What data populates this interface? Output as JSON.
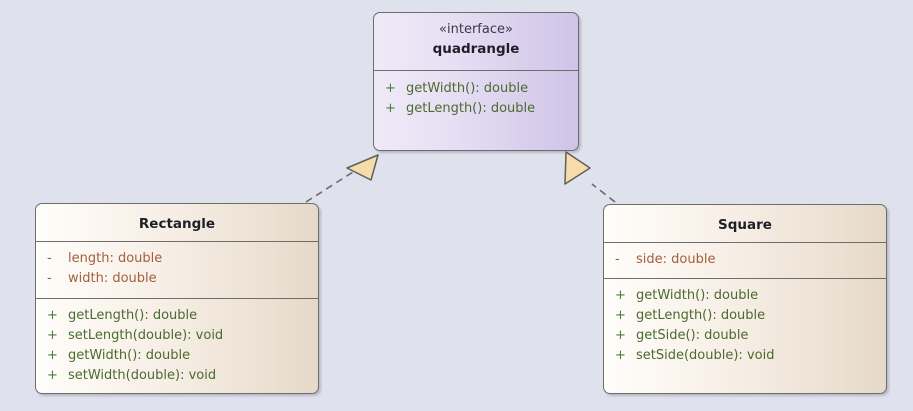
{
  "diagram": {
    "type": "uml-class-diagram",
    "background_color": "#dfe2ed",
    "nodes": [
      {
        "id": "quadrangle",
        "kind": "interface",
        "stereotype": "«interface»",
        "name": "quadrangle",
        "fill_from": "#efeaf7",
        "fill_to": "#cfc4e7",
        "attributes": [],
        "operations": [
          {
            "visibility": "+",
            "signature": "getWidth(): double"
          },
          {
            "visibility": "+",
            "signature": "getLength(): double"
          }
        ]
      },
      {
        "id": "rectangle",
        "kind": "class",
        "stereotype": "",
        "name": "Rectangle",
        "fill_from": "#fffdfa",
        "fill_to": "#e6d9c9",
        "attributes": [
          {
            "visibility": "-",
            "signature": "length: double"
          },
          {
            "visibility": "-",
            "signature": "width: double"
          }
        ],
        "operations": [
          {
            "visibility": "+",
            "signature": "getLength(): double"
          },
          {
            "visibility": "+",
            "signature": "setLength(double): void"
          },
          {
            "visibility": "+",
            "signature": "getWidth(): double"
          },
          {
            "visibility": "+",
            "signature": "setWidth(double): void"
          }
        ]
      },
      {
        "id": "square",
        "kind": "class",
        "stereotype": "",
        "name": "Square",
        "fill_from": "#fffdfa",
        "fill_to": "#e6d9c9",
        "attributes": [
          {
            "visibility": "-",
            "signature": "side: double"
          }
        ],
        "operations": [
          {
            "visibility": "+",
            "signature": "getWidth(): double"
          },
          {
            "visibility": "+",
            "signature": "getLength(): double"
          },
          {
            "visibility": "+",
            "signature": "getSide(): double"
          },
          {
            "visibility": "+",
            "signature": "setSide(double): void"
          }
        ]
      }
    ],
    "edges": [
      {
        "id": "rectangle-realizes-quadrangle",
        "relation": "realization",
        "line_style": "dashed",
        "source": "rectangle",
        "target": "quadrangle",
        "arrowhead": "hollow-triangle",
        "arrowhead_fill": "#f7dcab",
        "line_color": "#6b6b6b"
      },
      {
        "id": "square-realizes-quadrangle",
        "relation": "realization",
        "line_style": "dashed",
        "source": "square",
        "target": "quadrangle",
        "arrowhead": "hollow-triangle",
        "arrowhead_fill": "#f7dcab",
        "line_color": "#6b6b6b"
      }
    ]
  }
}
